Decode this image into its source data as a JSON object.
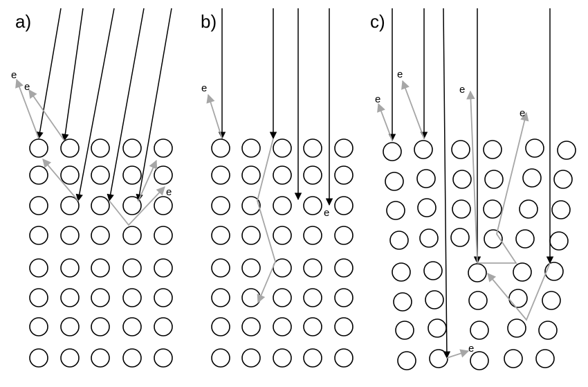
{
  "panels": [
    {
      "id": "a",
      "label": "a)"
    },
    {
      "id": "b",
      "label": "b)"
    },
    {
      "id": "c",
      "label": "c)"
    }
  ],
  "electron_label": "e",
  "colors": {
    "incident_beam": "#000000",
    "scattered_trajectory": "#a6a6a6",
    "atom_outline": "#000000"
  }
}
